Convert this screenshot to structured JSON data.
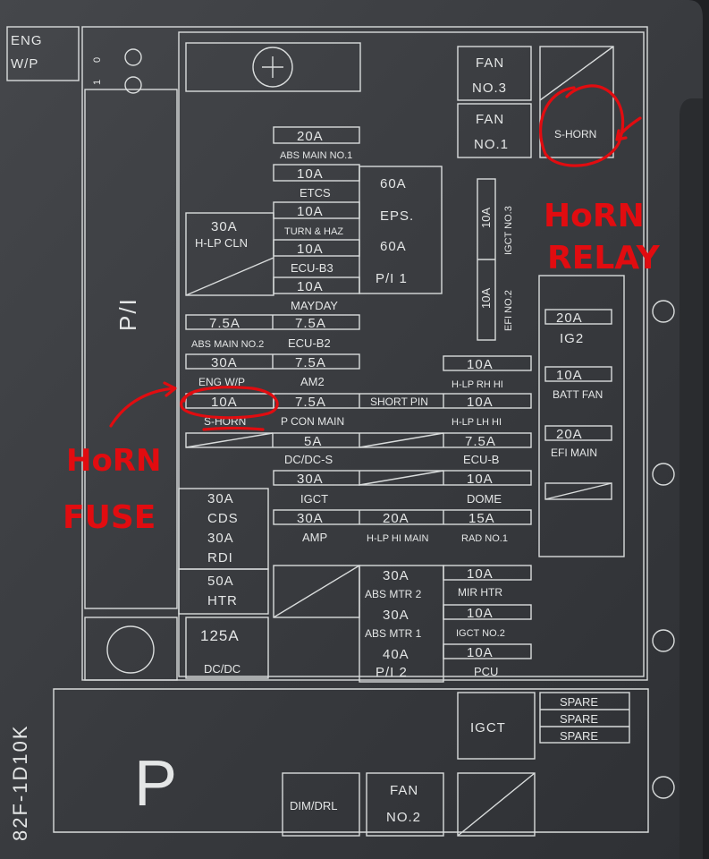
{
  "top_left": {
    "line1": "ENG",
    "line2": "W/P",
    "switch_a": "0",
    "switch_b": "1"
  },
  "left_block": {
    "pi": "P/I",
    "p": "P",
    "edge": "82F-1D10K"
  },
  "fans": {
    "fan3_a": "FAN",
    "fan3_b": "NO.3",
    "fan1_a": "FAN",
    "fan1_b": "NO.1",
    "fan2_a": "FAN",
    "fan2_b": "NO.2"
  },
  "relays": {
    "s_horn_relay": "S-HORN",
    "igct": "IGCT",
    "dim_drl": "DIM/DRL"
  },
  "center_stack": {
    "a20": "20A",
    "abs_main1": "ABS MAIN NO.1",
    "a10_etcs": "10A",
    "etcs": "ETCS",
    "a10_turn": "10A",
    "turn_haz": "TURN & HAZ",
    "a10_ecub3": "10A",
    "ecub3": "ECU-B3",
    "a10_mayday": "10A",
    "mayday": "MAYDAY",
    "a60_eps": "60A",
    "eps": "EPS.",
    "a60_pi1": "60A",
    "pi1": "P/I 1",
    "a30_hlp": "30A",
    "hlp_cln": "H-LP CLN"
  },
  "vertical": {
    "igct3_amp": "10A",
    "igct3": "IGCT NO.3",
    "efi2_amp": "10A",
    "efi2": "EFI NO.2"
  },
  "mid_rows": {
    "a75_abs2": "7.5A",
    "abs_main2": "ABS MAIN NO.2",
    "a75_ecub2": "7.5A",
    "ecub2": "ECU-B2",
    "a30_engwp": "30A",
    "eng_wp": "ENG W/P",
    "a75_am2": "7.5A",
    "am2": "AM2",
    "a10_rh": "10A",
    "hlp_rh": "H-LP RH HI",
    "a10_shorn": "10A",
    "s_horn_fuse": "S-HORN",
    "a75_pcon": "7.5A",
    "pcon": "P CON MAIN",
    "short_pin": "SHORT PIN",
    "a10_lh": "10A",
    "hlp_lh": "H-LP LH HI",
    "a5_dcdcs": "5A",
    "dcdcs": "DC/DC-S",
    "a75_ecub": "7.5A",
    "ecub": "ECU-B",
    "a30_igct": "30A",
    "igct": "IGCT",
    "a10_dome": "10A",
    "dome": "DOME"
  },
  "right_panel": {
    "a20_ig2": "20A",
    "ig2": "IG2",
    "a10_batt": "10A",
    "batt_fan": "BATT FAN",
    "a20_efi": "20A",
    "efi_main": "EFI MAIN"
  },
  "lower_rows": {
    "a30_cds": "30A",
    "cds": "CDS",
    "a30_amp": "30A",
    "amp": "AMP",
    "a20_hlp": "20A",
    "hlp_hi_main": "H-LP HI MAIN",
    "a15_rad": "15A",
    "rad1": "RAD NO.1",
    "a30_rdi": "30A",
    "rdi": "RDI",
    "a50_htr": "50A",
    "htr": "HTR",
    "a30_absmtr2": "30A",
    "abs_mtr2": "ABS MTR 2",
    "a10_mir": "10A",
    "mir_htr": "MIR HTR",
    "a30_absmtr1": "30A",
    "abs_mtr1": "ABS MTR 1",
    "a10_igct2": "10A",
    "igct2": "IGCT NO.2",
    "a125": "125A",
    "dcdc": "DC/DC",
    "a40": "40A",
    "pi2": "P/I 2",
    "a10_pcu": "10A",
    "pcu": "PCU"
  },
  "spares": [
    "SPARE",
    "SPARE",
    "SPARE"
  ],
  "annotations": {
    "relay_1": "HoRN",
    "relay_2": "RELAY",
    "fuse_1": "HoRN",
    "fuse_2": "FUSE"
  },
  "colors": {
    "background": "#1f2023",
    "panel": "#3a3c40",
    "line": "#d9dcdc",
    "annotation": "#e10c10"
  }
}
